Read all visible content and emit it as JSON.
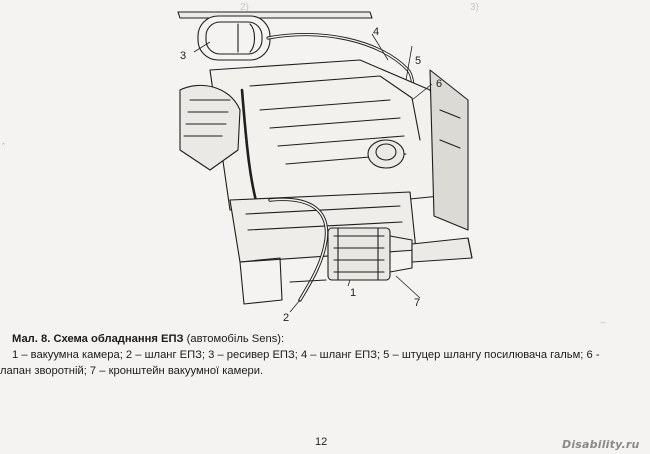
{
  "figure": {
    "callouts": [
      {
        "id": "c1",
        "text": "1"
      },
      {
        "id": "c2",
        "text": "2"
      },
      {
        "id": "c3",
        "text": "3"
      },
      {
        "id": "c4",
        "text": "4"
      },
      {
        "id": "c5",
        "text": "5"
      },
      {
        "id": "c6",
        "text": "6"
      },
      {
        "id": "c7",
        "text": "7"
      }
    ]
  },
  "caption": {
    "title": "Мал. 8. Схема обладнання ЕПЗ",
    "subtitle": " (автомобіль Sens):",
    "line1": " 1 – вакуумна камера; 2 – шланг ЕПЗ; 3 – ресивер ЕПЗ; 4 – шланг ЕПЗ; 5 – штуцер шлангу посилювача гальм; 6 -",
    "line2": "лапан зворотній; 7 – кронштейн вакуумної камери."
  },
  "page_number": "12",
  "watermark": "Disability.ru"
}
